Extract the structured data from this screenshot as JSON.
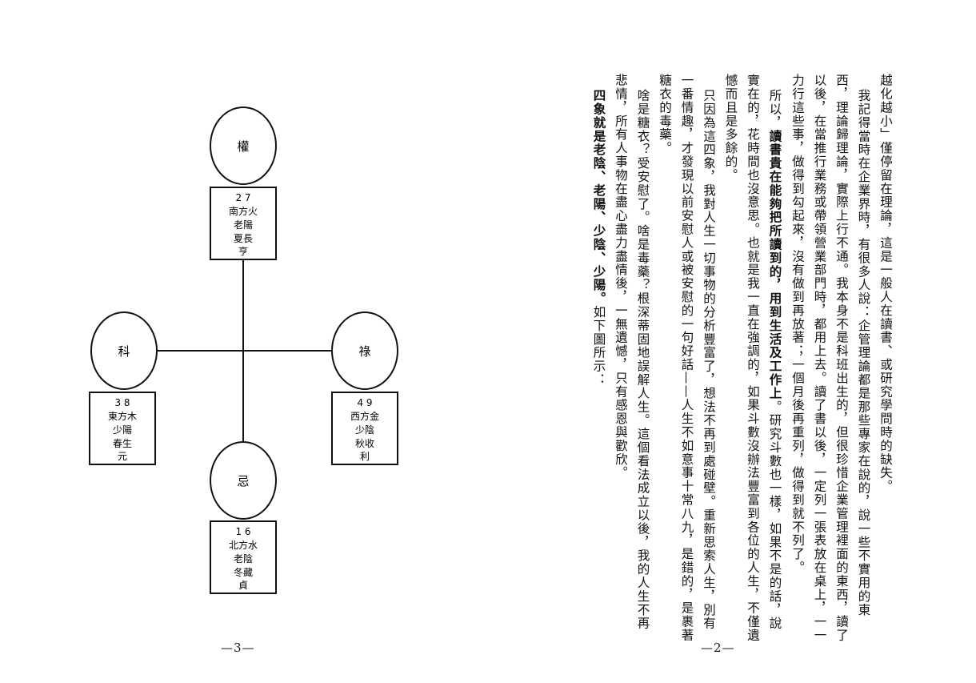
{
  "diagram": {
    "top": {
      "circle": "權",
      "lines": [
        "2 7",
        "南方火",
        "老陽",
        "夏長",
        "亨"
      ]
    },
    "left": {
      "circle": "科",
      "lines": [
        "3 8",
        "東方木",
        "少陽",
        "春生",
        "元"
      ]
    },
    "right": {
      "circle": "祿",
      "lines": [
        "4 9",
        "西方金",
        "少陰",
        "秋收",
        "利"
      ]
    },
    "bottom": {
      "circle": "忌",
      "lines": [
        "1 6",
        "北方水",
        "老陰",
        "冬藏",
        "貞"
      ]
    }
  },
  "pages": {
    "left_number": "—3—",
    "right_number": "—2—"
  },
  "text": {
    "p1": "越化越小」僅停留在理論，這是一般人在讀書、或研究學問時的缺失。",
    "p2": "我記得當時在企業界時，有很多人說：企管理論都是那些專家在說的，說一些不實用的東西，理論歸理論，實際上行不通。我本身不是科班出生的，但很珍惜企業管理裡面的東西，讀了以後，在當推行業務或帶領營業部門時，都用上去。讀了書以後，一定列一張表放在桌上，一一力行這些事，做得到勾起來，沒有做到再放著；一個月後再重列，做得到就不列了。",
    "p3_pre": "所以，",
    "p3_bold": "讀書貴在能夠把所讀到的，用到生活及工作上",
    "p3_post": "。研究斗數也一樣，如果不是的話，說實在的，花時間也沒意思。也就是我一直在強調的，如果斗數沒辦法豐富到各位的人生，不僅遺憾而且是多餘的。",
    "p4": "只因為這四象，我對人生一切事物的分析豐富了，想法不再到處碰壁。重新思索人生，別有一番情趣，才發現以前安慰人或被安慰的一句好話——人生不如意事十常八九，是錯的，是裹著糖衣的毒藥。",
    "p5": "啥是糖衣？受安慰了。啥是毒藥？根深蒂固地誤解人生。這個看法成立以後，我的人生不再悲情，所有人事物在盡心盡力盡情後，一無遺憾，只有感恩與歡欣。",
    "p6_bold": "四象就是老陰、老陽、少陰、少陽。",
    "p6_post": "如下圖所示："
  }
}
